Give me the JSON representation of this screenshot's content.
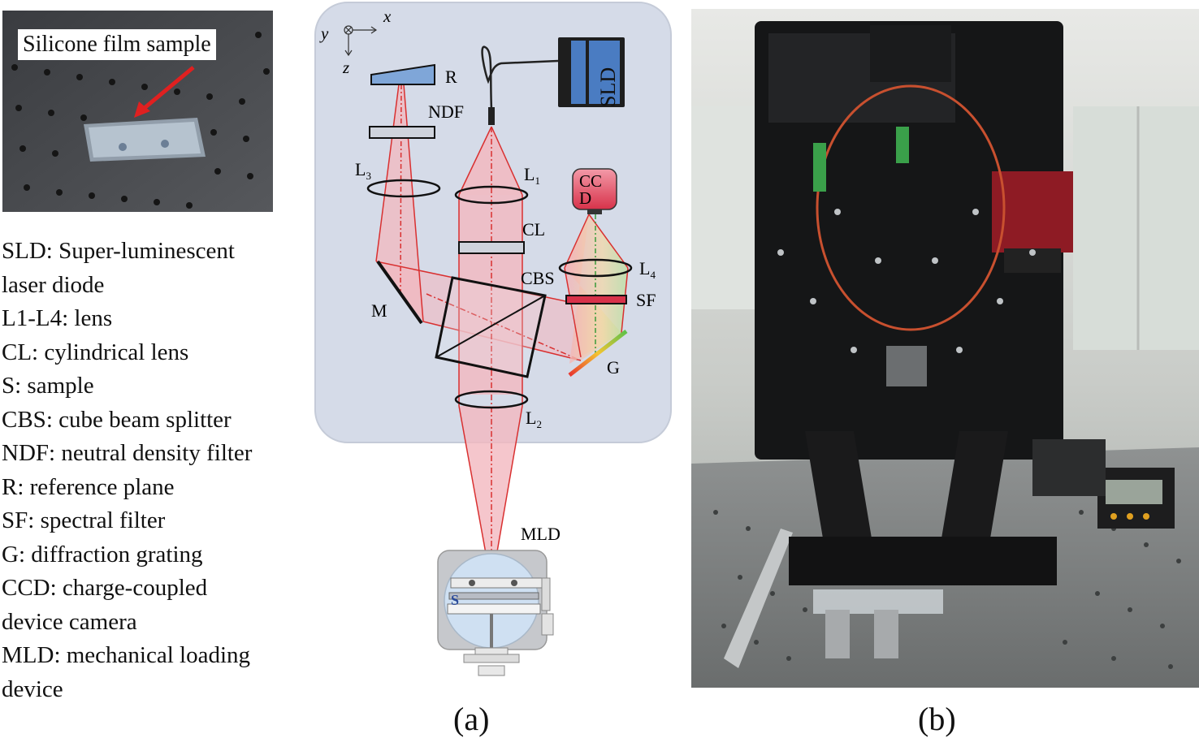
{
  "sample_photo": {
    "label": "Silicone film sample"
  },
  "legend": [
    "SLD: Super-luminescent",
    "laser diode",
    "L1-L4: lens",
    "CL: cylindrical lens",
    "S: sample",
    "CBS: cube beam splitter",
    "NDF: neutral density filter",
    "R: reference plane",
    "SF: spectral filter",
    "G: diffraction grating",
    "CCD: charge-coupled",
    "device camera",
    "MLD: mechanical loading",
    "device"
  ],
  "diagram": {
    "axis_x": "x",
    "axis_y": "y",
    "axis_z": "z",
    "sld": "SLD",
    "r": "R",
    "ndf": "NDF",
    "l3_base": "L",
    "l3_sub": "3",
    "l1_base": "L",
    "l1_sub": "1",
    "ccd_line1": "CC",
    "ccd_line2": "D",
    "cl": "CL",
    "l4_base": "L",
    "l4_sub": "4",
    "cbs": "CBS",
    "sf": "SF",
    "m": "M",
    "g": "G",
    "l2_base": "L",
    "l2_sub": "2",
    "mld": "MLD",
    "s": "S"
  },
  "captions": {
    "a": "(a)",
    "b": "(b)"
  },
  "colors": {
    "panel": "#d5dbe8",
    "beam": "#e03b3b",
    "beam_fill": "#f2b8bf",
    "sld_blue": "#4a7cc2",
    "ccd_red": "#d8324a"
  }
}
